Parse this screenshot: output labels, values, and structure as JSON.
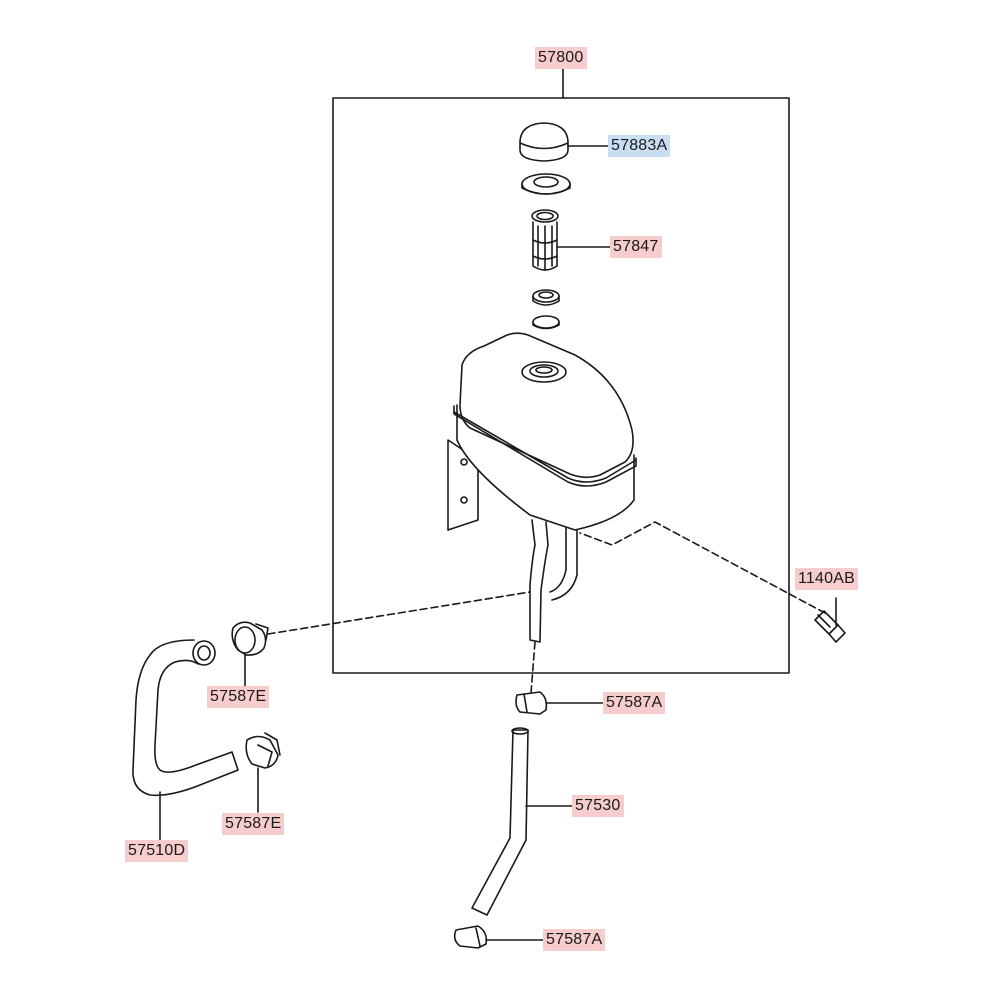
{
  "diagram": {
    "type": "exploded parts diagram",
    "subject": "power steering reservoir assembly"
  },
  "colors": {
    "label_bg": "#f6cccc",
    "label_highlight_bg": "#c9ddf3",
    "line": "#1a1a1a"
  },
  "parts": {
    "assembly": "57800",
    "cap": "57883A",
    "strainer": "57847",
    "bolt": "1140AB",
    "clamp_hose_upper": "57587E",
    "clamp_hose_lower": "57587E",
    "hose_suction": "57510D",
    "clamp_return_upper": "57587A",
    "hose_return": "57530",
    "clamp_return_lower": "57587A"
  }
}
